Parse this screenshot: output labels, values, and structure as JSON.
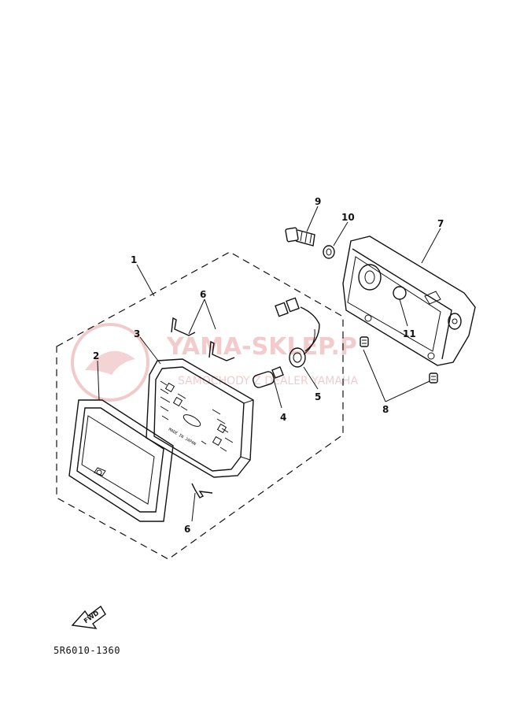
{
  "diagram_code": "5R6010-1360",
  "fwd_label": "FWD",
  "watermark": {
    "title": "YAMA-SKLEP.P",
    "subtitle": "SAMOCHODY Z DEALER YAMAHA"
  },
  "callouts": [
    {
      "id": "c1",
      "text": "1"
    },
    {
      "id": "c2",
      "text": "2"
    },
    {
      "id": "c3",
      "text": "3"
    },
    {
      "id": "c4",
      "text": "4"
    },
    {
      "id": "c5",
      "text": "5"
    },
    {
      "id": "c6a",
      "text": "6"
    },
    {
      "id": "c6b",
      "text": "6"
    },
    {
      "id": "c7",
      "text": "7"
    },
    {
      "id": "c8",
      "text": "8"
    },
    {
      "id": "c9",
      "text": "9"
    },
    {
      "id": "c10",
      "text": "10"
    },
    {
      "id": "c11",
      "text": "11"
    }
  ],
  "lens_markings": "MADE IN JAPAN"
}
